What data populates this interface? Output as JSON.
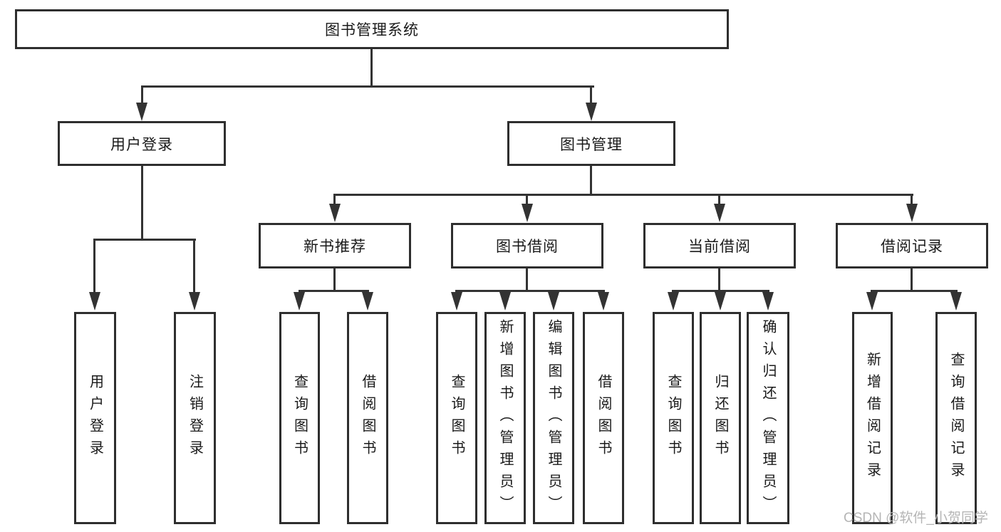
{
  "diagram": {
    "root": "图书管理系统",
    "level2": [
      {
        "label": "用户登录",
        "children": [
          {
            "label": "用户登录"
          },
          {
            "label": "注销登录"
          }
        ]
      },
      {
        "label": "图书管理",
        "children": [
          {
            "label": "新书推荐",
            "children": [
              {
                "label": "查询图书"
              },
              {
                "label": "借阅图书"
              }
            ]
          },
          {
            "label": "图书借阅",
            "children": [
              {
                "label": "查询图书"
              },
              {
                "label": "新增图书（管理员）"
              },
              {
                "label": "编辑图书（管理员）"
              },
              {
                "label": "借阅图书"
              }
            ]
          },
          {
            "label": "当前借阅",
            "children": [
              {
                "label": "查询图书"
              },
              {
                "label": "归还图书"
              },
              {
                "label": "确认归还（管理员）"
              }
            ]
          },
          {
            "label": "借阅记录",
            "children": [
              {
                "label": "新增借阅记录"
              },
              {
                "label": "查询借阅记录"
              }
            ]
          }
        ]
      }
    ]
  },
  "watermark": {
    "text": "CSDN @软件_小贺同学"
  },
  "colors": {
    "line": "#333333",
    "border": "#2e2e2e",
    "text": "#1a1a1a",
    "watermark": "#b5b5b5",
    "background": "#ffffff"
  }
}
